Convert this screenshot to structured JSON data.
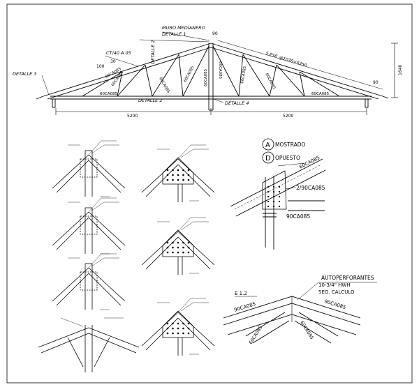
{
  "colors": {
    "line": "#000000",
    "background": "#ffffff"
  },
  "truss": {
    "label_muro": "MURO MEDIANERO",
    "label_detalle1": "DETALLE 1",
    "label_detalle2_vertical": "DETALLE 2",
    "label_detalle2": "DETALLE 2",
    "label_detalle3": "DETALLE 3",
    "label_detalle4": "DETALLE 4",
    "label_slope": "CT/40 A 05",
    "slope_rise": "30",
    "slope_run": "100",
    "label_spacing": "5 ESP. @1070=5350",
    "label_top_90": "90",
    "label_right_90": "90",
    "dim_left": "5200",
    "dim_right": "5200",
    "dim_height": "1640",
    "member_labels": [
      "60CA085",
      "60CA085",
      "60CA085",
      "60CA085",
      "60CA085",
      "60CA085",
      "60CA085",
      "60CA085",
      "60CA085",
      "60CA085"
    ]
  },
  "legend": {
    "a_letter": "A",
    "a_text": "MOSTRADO",
    "d_letter": "D",
    "d_text": "OPUESTO"
  },
  "joint_detail": {
    "top_label": "60CA085",
    "label_2x": "2/90CA085",
    "bottom_label": "90CA085"
  },
  "ridge_detail": {
    "title": "AUTOPERFORANTES",
    "line2": "10-3/4\" HWH",
    "line3": "SEG. CALCULO",
    "plate": "E 1.2",
    "labels": [
      "90CA085",
      "90CA085",
      "60CA085",
      "60CA085"
    ]
  }
}
